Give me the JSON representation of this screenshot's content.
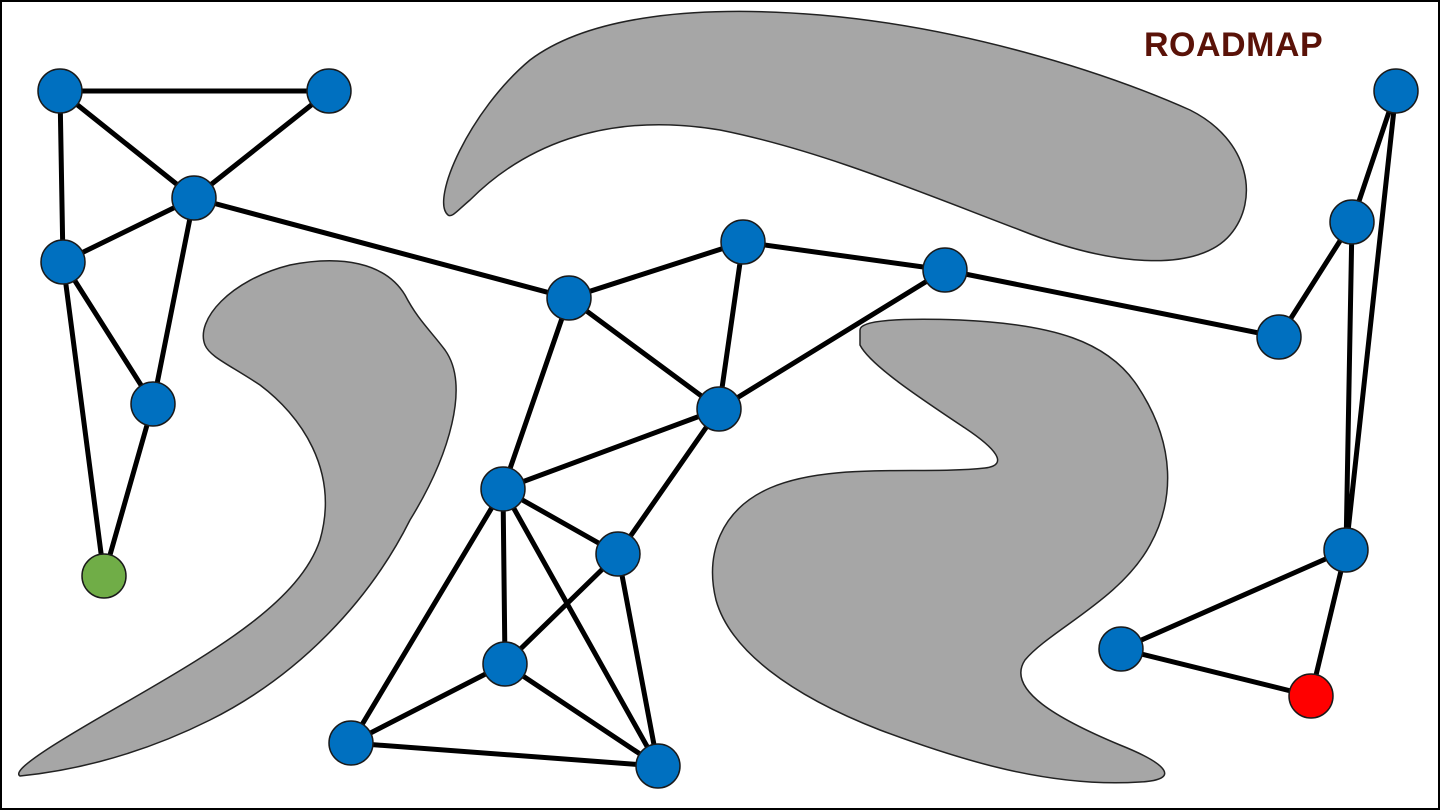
{
  "title": "ROADMAP",
  "colors": {
    "title": "#5a1208",
    "node": "#0070c0",
    "start": "#70ad47",
    "goal": "#ff0000",
    "obstacle": "#a6a6a6",
    "edge": "#000000",
    "frame": "#000000"
  },
  "nodes": [
    {
      "id": "n1",
      "role": "waypoint"
    },
    {
      "id": "n2",
      "role": "waypoint"
    },
    {
      "id": "n3",
      "role": "waypoint"
    },
    {
      "id": "n4",
      "role": "waypoint"
    },
    {
      "id": "n5",
      "role": "waypoint"
    },
    {
      "id": "start",
      "role": "start"
    },
    {
      "id": "n6",
      "role": "waypoint"
    },
    {
      "id": "n7",
      "role": "waypoint"
    },
    {
      "id": "n8",
      "role": "waypoint"
    },
    {
      "id": "n9",
      "role": "waypoint"
    },
    {
      "id": "n10",
      "role": "waypoint"
    },
    {
      "id": "n11",
      "role": "waypoint"
    },
    {
      "id": "n12",
      "role": "waypoint"
    },
    {
      "id": "n13",
      "role": "waypoint"
    },
    {
      "id": "n14",
      "role": "waypoint"
    },
    {
      "id": "n15",
      "role": "waypoint"
    },
    {
      "id": "n16",
      "role": "waypoint"
    },
    {
      "id": "n17",
      "role": "waypoint"
    },
    {
      "id": "n18",
      "role": "waypoint"
    },
    {
      "id": "n19",
      "role": "waypoint"
    },
    {
      "id": "n20",
      "role": "waypoint"
    },
    {
      "id": "goal",
      "role": "goal"
    }
  ],
  "edges": [
    [
      "n1",
      "n2"
    ],
    [
      "n1",
      "n3"
    ],
    [
      "n1",
      "n4"
    ],
    [
      "n2",
      "n3"
    ],
    [
      "n3",
      "n4"
    ],
    [
      "n3",
      "n5"
    ],
    [
      "n4",
      "n5"
    ],
    [
      "n4",
      "start"
    ],
    [
      "n5",
      "start"
    ],
    [
      "n3",
      "n6"
    ],
    [
      "n6",
      "n7"
    ],
    [
      "n6",
      "n9"
    ],
    [
      "n6",
      "n10"
    ],
    [
      "n7",
      "n8"
    ],
    [
      "n7",
      "n9"
    ],
    [
      "n8",
      "n9"
    ],
    [
      "n8",
      "n15"
    ],
    [
      "n9",
      "n10"
    ],
    [
      "n9",
      "n11"
    ],
    [
      "n10",
      "n11"
    ],
    [
      "n10",
      "n12"
    ],
    [
      "n10",
      "n13"
    ],
    [
      "n10",
      "n14"
    ],
    [
      "n11",
      "n12"
    ],
    [
      "n11",
      "n14"
    ],
    [
      "n12",
      "n13"
    ],
    [
      "n12",
      "n14"
    ],
    [
      "n13",
      "n14"
    ],
    [
      "n15",
      "n16"
    ],
    [
      "n16",
      "n17"
    ],
    [
      "n17",
      "n18"
    ],
    [
      "n16",
      "n19"
    ],
    [
      "n17",
      "n19"
    ],
    [
      "n19",
      "n20"
    ],
    [
      "n19",
      "goal"
    ],
    [
      "n20",
      "goal"
    ]
  ],
  "obstacles": [
    "obstacle-top",
    "obstacle-left",
    "obstacle-center-right"
  ]
}
